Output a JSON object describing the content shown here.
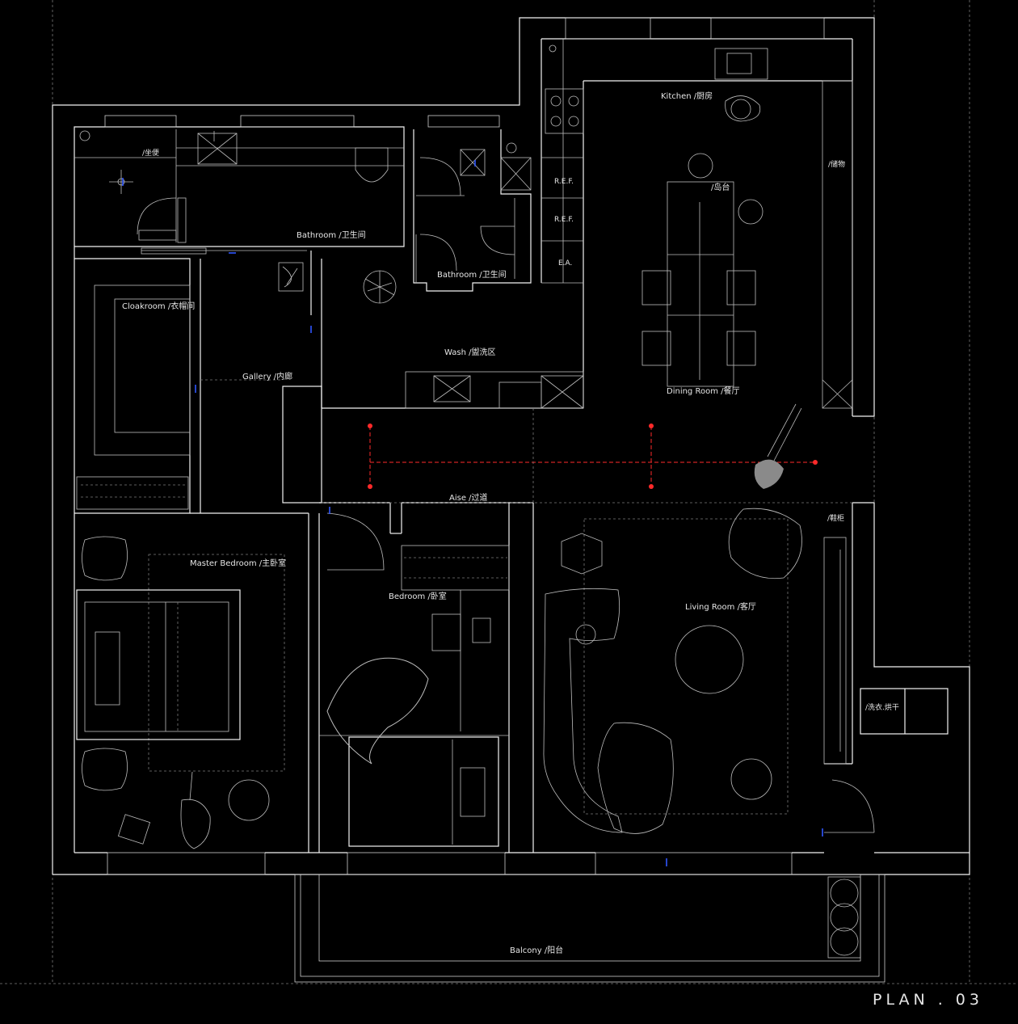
{
  "rooms": {
    "toilet_area": "/坐便",
    "bathroom_1": "Bathroom /卫生间",
    "bathroom_2": "Bathroom /卫生间",
    "kitchen": "Kitchen /厨房",
    "storage": "/储物",
    "island": "/岛台",
    "ref_1": "R.E.F.",
    "ref_2": "R.E.F.",
    "ea": "E.A.",
    "cloakroom": "Cloakroom /衣帽间",
    "gallery": "Gallery /内廊",
    "wash": "Wash /盥洗区",
    "dining_room": "Dining Room /餐厅",
    "aisle": "Aise /过道",
    "cabinet": "/鞋柜",
    "master_bedroom": "Master Bedroom /主卧室",
    "bedroom": "Bedroom /卧室",
    "living_room": "Living Room /客厅",
    "laundry": "/洗衣.烘干",
    "balcony": "Balcony /阳台"
  },
  "plan_title": "PLAN . 03",
  "colors": {
    "background": "#000000",
    "walls": "#f2f2f2",
    "lighting_track": "#ff2a2a",
    "window_marker": "#2f57ff"
  }
}
